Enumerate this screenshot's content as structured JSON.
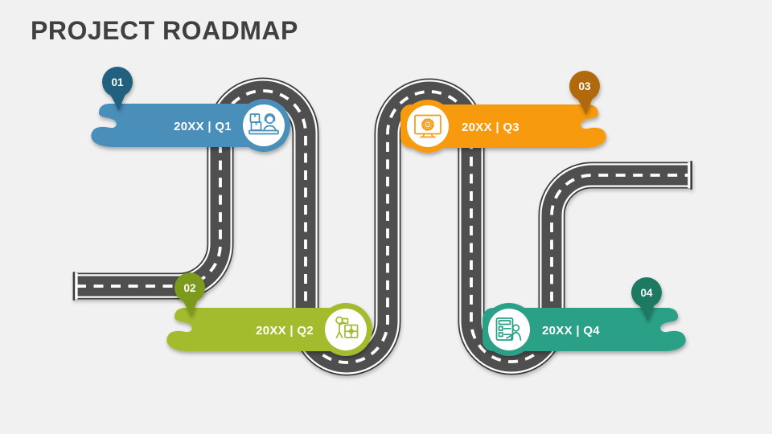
{
  "slide": {
    "title": "PROJECT ROADMAP",
    "title_color": "#404040",
    "background_color": "#f1f1f1"
  },
  "road": {
    "outline_color": "#3b3b3b",
    "edge_line_color": "#ffffff",
    "asphalt_color": "#4f4f4f",
    "center_dash_color": "#ffffff"
  },
  "milestones": [
    {
      "number": "01",
      "label": "20XX | Q1",
      "banner_color": "#4a8fba",
      "pin_color": "#20607f",
      "icon": "support-desk-icon"
    },
    {
      "number": "02",
      "label": "20XX | Q2",
      "banner_color": "#a3bc2f",
      "pin_color": "#7c9a1b",
      "icon": "team-puzzle-icon"
    },
    {
      "number": "03",
      "label": "20XX | Q3",
      "banner_color": "#f79a0d",
      "pin_color": "#b06a0c",
      "icon": "monitor-gear-icon"
    },
    {
      "number": "04",
      "label": "20XX | Q4",
      "banner_color": "#29a186",
      "pin_color": "#1e7a63",
      "icon": "checklist-person-icon"
    }
  ]
}
